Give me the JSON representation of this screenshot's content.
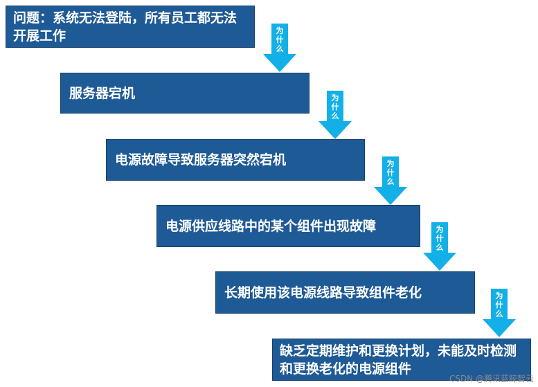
{
  "steps": [
    "问题：系统无法登陆，所有员工都无法开展工作",
    "服务器宕机",
    "电源故障导致服务器突然宕机",
    "电源供应线路中的某个组件出现故障",
    "长期使用该电源线路导致组件老化",
    "缺乏定期维护和更换计划，未能及时检测和更换老化的电源组件"
  ],
  "arrow_label": "为什么",
  "watermark": "CSDN @腾讯蓝鲸智云",
  "colors": {
    "box": "#1e5a96",
    "arrow": "#13b0e8"
  }
}
